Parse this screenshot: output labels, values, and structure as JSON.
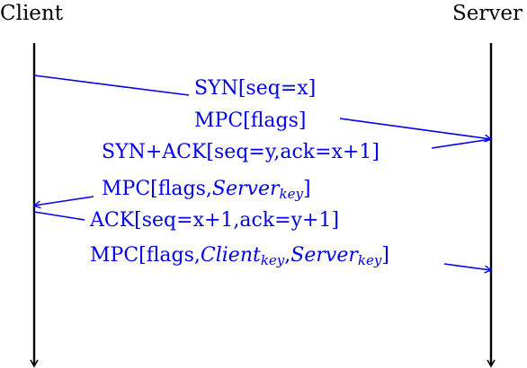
{
  "client_label": "Client",
  "server_label": "Server",
  "messages": {
    "syn": "SYN[seq=x]",
    "syn_mpc": "MPC[flags]",
    "synack": "SYN+ACK[seq=y,ack=x+1]",
    "synack_mpc_prefix": "MPC[flags,",
    "synack_mpc_server": "Server",
    "synack_mpc_key": "key",
    "synack_mpc_suffix": "]",
    "ack": "ACK[seq=x+1,ack=y+1]",
    "ack_mpc_prefix": "MPC[flags,",
    "ack_mpc_client": "Client",
    "ack_mpc_client_key": "key",
    "ack_mpc_sep": ",",
    "ack_mpc_server": "Server",
    "ack_mpc_server_key": "key",
    "ack_mpc_suffix": "]"
  },
  "colors": {
    "lifeline": "#000000",
    "message": "#0000ee"
  }
}
